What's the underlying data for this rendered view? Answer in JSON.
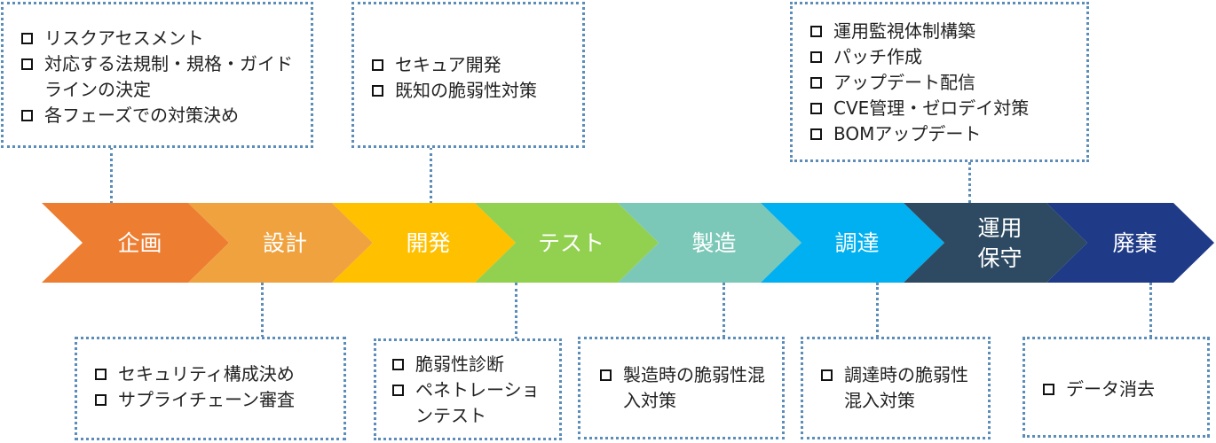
{
  "stages": [
    {
      "label": "企画",
      "color": "#ED7D31"
    },
    {
      "label": "設計",
      "color": "#F0A23F"
    },
    {
      "label": "開発",
      "color": "#FFC000"
    },
    {
      "label": "テスト",
      "color": "#92D050"
    },
    {
      "label": "製造",
      "color": "#7CC8B8"
    },
    {
      "label": "調達",
      "color": "#00B0F0"
    },
    {
      "label": "運用\n保守",
      "color": "#2E4A62"
    },
    {
      "label": "廃棄",
      "color": "#1F3A87"
    }
  ],
  "top_boxes": {
    "planning": [
      "リスクアセスメント",
      "対応する法規制・規格・ガイドラインの決定",
      "各フェーズでの対策決め"
    ],
    "development": [
      "セキュア開発",
      "既知の脆弱性対策"
    ],
    "operation": [
      "運用監視体制構築",
      "パッチ作成",
      "アップデート配信",
      "CVE管理・ゼロデイ対策",
      "BOMアップデート"
    ]
  },
  "bottom_boxes": {
    "design": [
      "セキュリティ構成決め",
      "サプライチェーン審査"
    ],
    "test": [
      "脆弱性診断",
      "ペネトレーションテスト"
    ],
    "manufacturing": [
      "製造時の脆弱性混入対策"
    ],
    "procurement": [
      "調達時の脆弱性混入対策"
    ],
    "disposal": [
      "データ消去"
    ]
  }
}
